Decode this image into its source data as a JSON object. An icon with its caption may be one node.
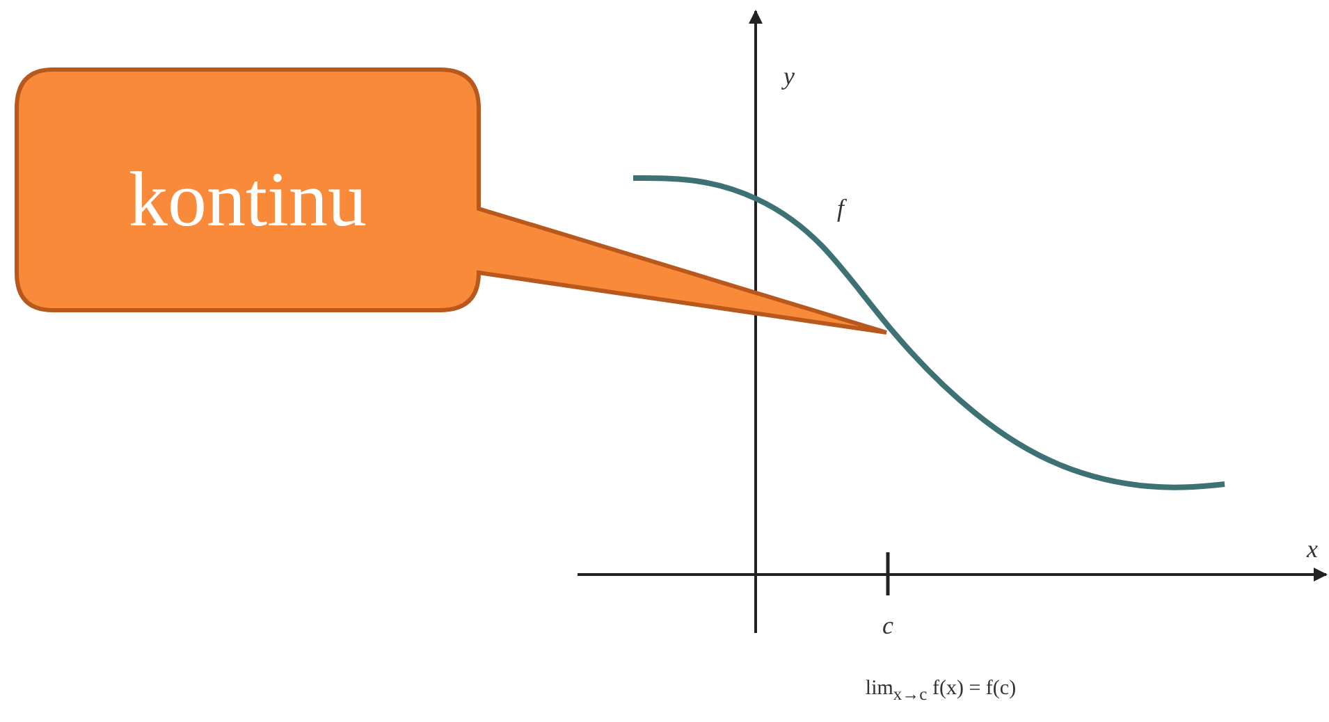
{
  "diagram": {
    "nodes": [
      {
        "text": [
          "kontinu"
        ]
      }
    ],
    "labels": [
      "y",
      "f",
      "x",
      "c",
      "lim$_{x→c}$ f(x) = f(c)"
    ]
  }
}
